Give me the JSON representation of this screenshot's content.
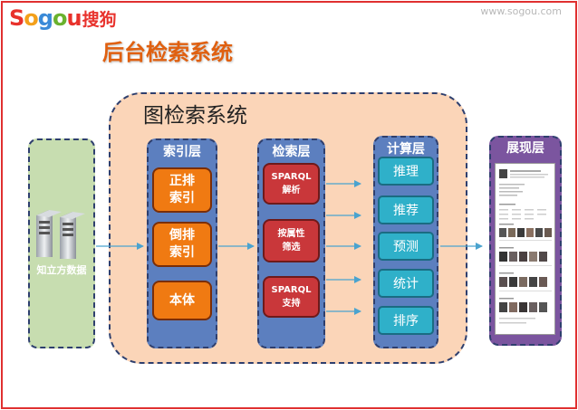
{
  "header": {
    "logo": {
      "s": "S",
      "o1": "o",
      "g": "g",
      "o2": "o",
      "u": "u",
      "cn": "搜狗"
    },
    "watermark": "www.sogou.com",
    "title": "后台检索系统"
  },
  "diagram": {
    "outer_title": "图检索系统",
    "source": {
      "label": "知立方数据"
    },
    "index_layer": {
      "title": "索引层",
      "items": [
        {
          "line1": "正排",
          "line2": "索引"
        },
        {
          "line1": "倒排",
          "line2": "索引"
        },
        {
          "line1": "本体",
          "line2": ""
        }
      ]
    },
    "retrieval_layer": {
      "title": "检索层",
      "items": [
        {
          "line1": "SPARQL",
          "line2": "解析"
        },
        {
          "line1": "按属性",
          "line2": "筛选"
        },
        {
          "line1": "SPARQL",
          "line2": "支持"
        }
      ]
    },
    "compute_layer": {
      "title": "计算层",
      "items": [
        "推理",
        "推荐",
        "预测",
        "统计",
        "排序"
      ]
    },
    "display_layer": {
      "title": "展现层"
    }
  },
  "colors": {
    "frame": "#e03030",
    "title": "#e06010",
    "outer_fill": "#fbd5b8",
    "source_fill": "#c7ddb0",
    "layer_fill": "#5c7fbf",
    "orange": "#f07a12",
    "red": "#c9373a",
    "teal": "#2fb0c9",
    "display_fill": "#7b559f",
    "arrow": "#4aa3cf"
  },
  "icons": {
    "source": "server-icon",
    "display": "results-page-thumbnail"
  }
}
